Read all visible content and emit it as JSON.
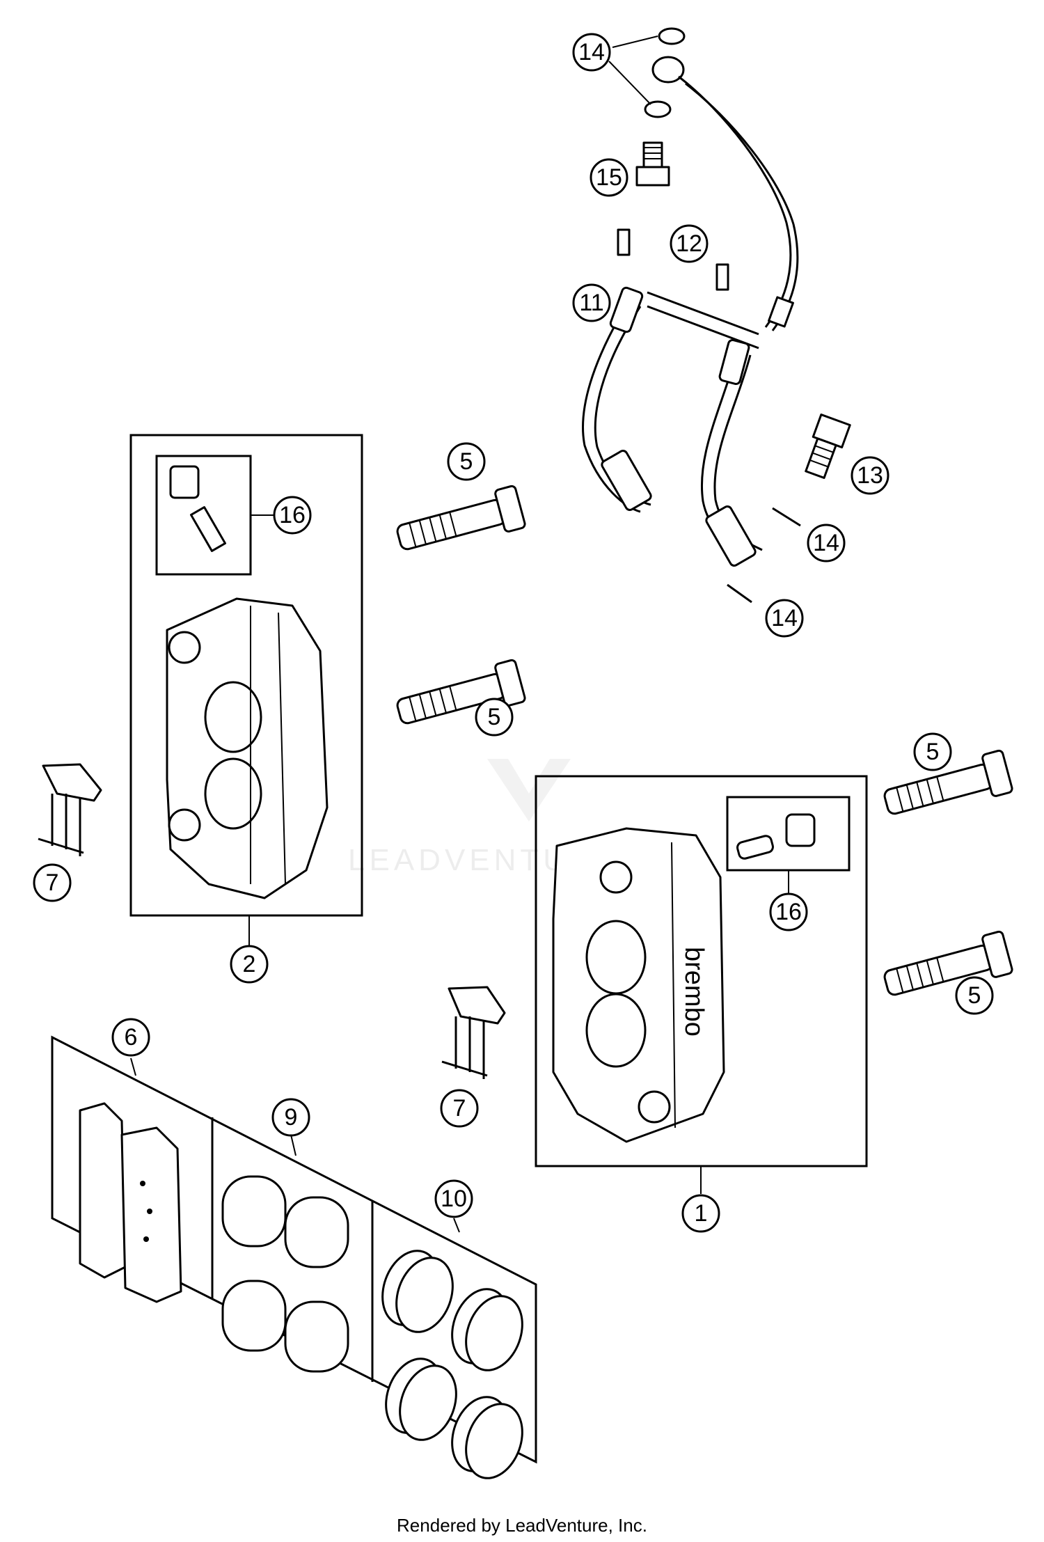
{
  "callouts": {
    "c1": "1",
    "c2": "2",
    "c5a": "5",
    "c5b": "5",
    "c5c": "5",
    "c5d": "5",
    "c6": "6",
    "c7a": "7",
    "c7b": "7",
    "c9": "9",
    "c10": "10",
    "c11": "11",
    "c12": "12",
    "c13": "13",
    "c14a": "14",
    "c14b": "14",
    "c14c": "14",
    "c15": "15",
    "c16a": "16",
    "c16b": "16"
  },
  "caliper_logo": "brembo",
  "watermark": "LEADVENTURE",
  "footer": "Rendered by LeadVenture, Inc."
}
